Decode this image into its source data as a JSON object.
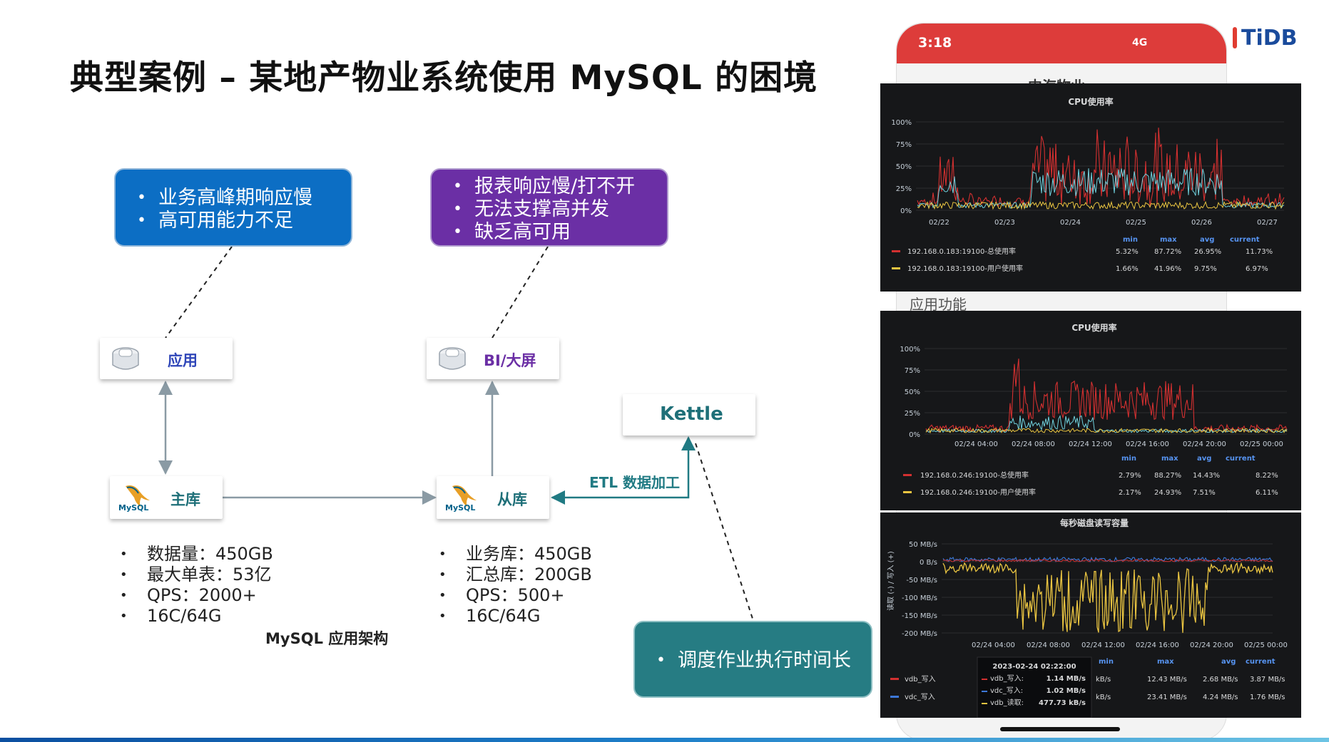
{
  "title": "典型案例 – 某地产物业系统使用 MySQL 的困境",
  "brand": {
    "logo_text": "TiDB"
  },
  "callouts": {
    "app_issues": [
      "业务高峰期响应慢",
      "高可用能力不足"
    ],
    "bi_issues": [
      "报表响应慢/打不开",
      "无法支撑高并发",
      "缺乏高可用"
    ],
    "schedule_issues": [
      "调度作业执行时间长"
    ]
  },
  "nodes": {
    "app": "应用",
    "bi": "BI/大屏",
    "kettle": "Kettle",
    "master": "主库",
    "slave": "从库",
    "mysql_logo_text": "MySQL"
  },
  "master_specs": [
    "数据量：450GB",
    "最大单表：53亿",
    "QPS：2000+",
    "16C/64G"
  ],
  "slave_specs": [
    "业务库：450GB",
    "汇总库：200GB",
    "QPS：500+",
    "16C/64G"
  ],
  "etl_label": "ETL 数据加工",
  "caption": "MySQL 应用架构",
  "phone": {
    "time": "3:18",
    "network": "4G",
    "app_title": "中海物业",
    "section": "应用功能"
  },
  "colors": {
    "blue_callout": "#0c6ec4",
    "purple_callout": "#6b2fa5",
    "teal_callout": "#267c83",
    "teal_text": "#207a83",
    "series_red": "#d33030",
    "series_yellow": "#e9c441",
    "series_cyan": "#6fd0dc",
    "series_blue": "#3d78d8"
  },
  "cpu_chart_1": {
    "title": "CPU使用率",
    "yticks": [
      "100%",
      "75%",
      "50%",
      "25%",
      "0%"
    ],
    "xticks": [
      "02/22",
      "02/23",
      "02/24",
      "02/25",
      "02/26",
      "02/27"
    ],
    "stat_headers": [
      "min",
      "max",
      "avg",
      "current"
    ],
    "legend": [
      {
        "name": "192.168.0.183:19100-总使用率",
        "min": "5.32%",
        "max": "87.72%",
        "avg": "26.95%",
        "current": "11.73%"
      },
      {
        "name": "192.168.0.183:19100-用户使用率",
        "min": "1.66%",
        "max": "41.96%",
        "avg": "9.75%",
        "current": "6.97%"
      }
    ]
  },
  "cpu_chart_2": {
    "title": "CPU使用率",
    "yticks": [
      "100%",
      "75%",
      "50%",
      "25%",
      "0%"
    ],
    "xticks": [
      "02/24 04:00",
      "02/24 08:00",
      "02/24 12:00",
      "02/24 16:00",
      "02/24 20:00",
      "02/25 00:00"
    ],
    "stat_headers": [
      "min",
      "max",
      "avg",
      "current"
    ],
    "legend": [
      {
        "name": "192.168.0.246:19100-总使用率",
        "min": "2.79%",
        "max": "88.27%",
        "avg": "14.43%",
        "current": "8.22%"
      },
      {
        "name": "192.168.0.246:19100-用户使用率",
        "min": "2.17%",
        "max": "24.93%",
        "avg": "7.51%",
        "current": "6.11%"
      }
    ]
  },
  "disk_chart": {
    "title": "每秒磁盘读写容量",
    "ylabel": "读取 (-) / 写入 (+)",
    "yticks": [
      "50 MB/s",
      "0 B/s",
      "-50 MB/s",
      "-100 MB/s",
      "-150 MB/s",
      "-200 MB/s"
    ],
    "xticks": [
      "02/24 04:00",
      "02/24 08:00",
      "02/24 12:00",
      "02/24 16:00",
      "02/24 20:00",
      "02/25 00:00"
    ],
    "stat_headers": [
      "min",
      "max",
      "avg",
      "current"
    ],
    "legend": [
      {
        "name": "vdb_写入",
        "min": "kB/s",
        "max": "12.43 MB/s",
        "avg": "2.68 MB/s",
        "current": "3.87 MB/s"
      },
      {
        "name": "vdc_写入",
        "min": "kB/s",
        "max": "23.41 MB/s",
        "avg": "4.24 MB/s",
        "current": "1.76 MB/s"
      }
    ],
    "tooltip": {
      "time": "2023-02-24 02:22:00",
      "rows": [
        {
          "label": "vdb_写入:",
          "value": "1.14 MB/s"
        },
        {
          "label": "vdc_写入:",
          "value": "1.02 MB/s"
        },
        {
          "label": "vdb_读取:",
          "value": "477.73 kB/s"
        }
      ]
    }
  }
}
